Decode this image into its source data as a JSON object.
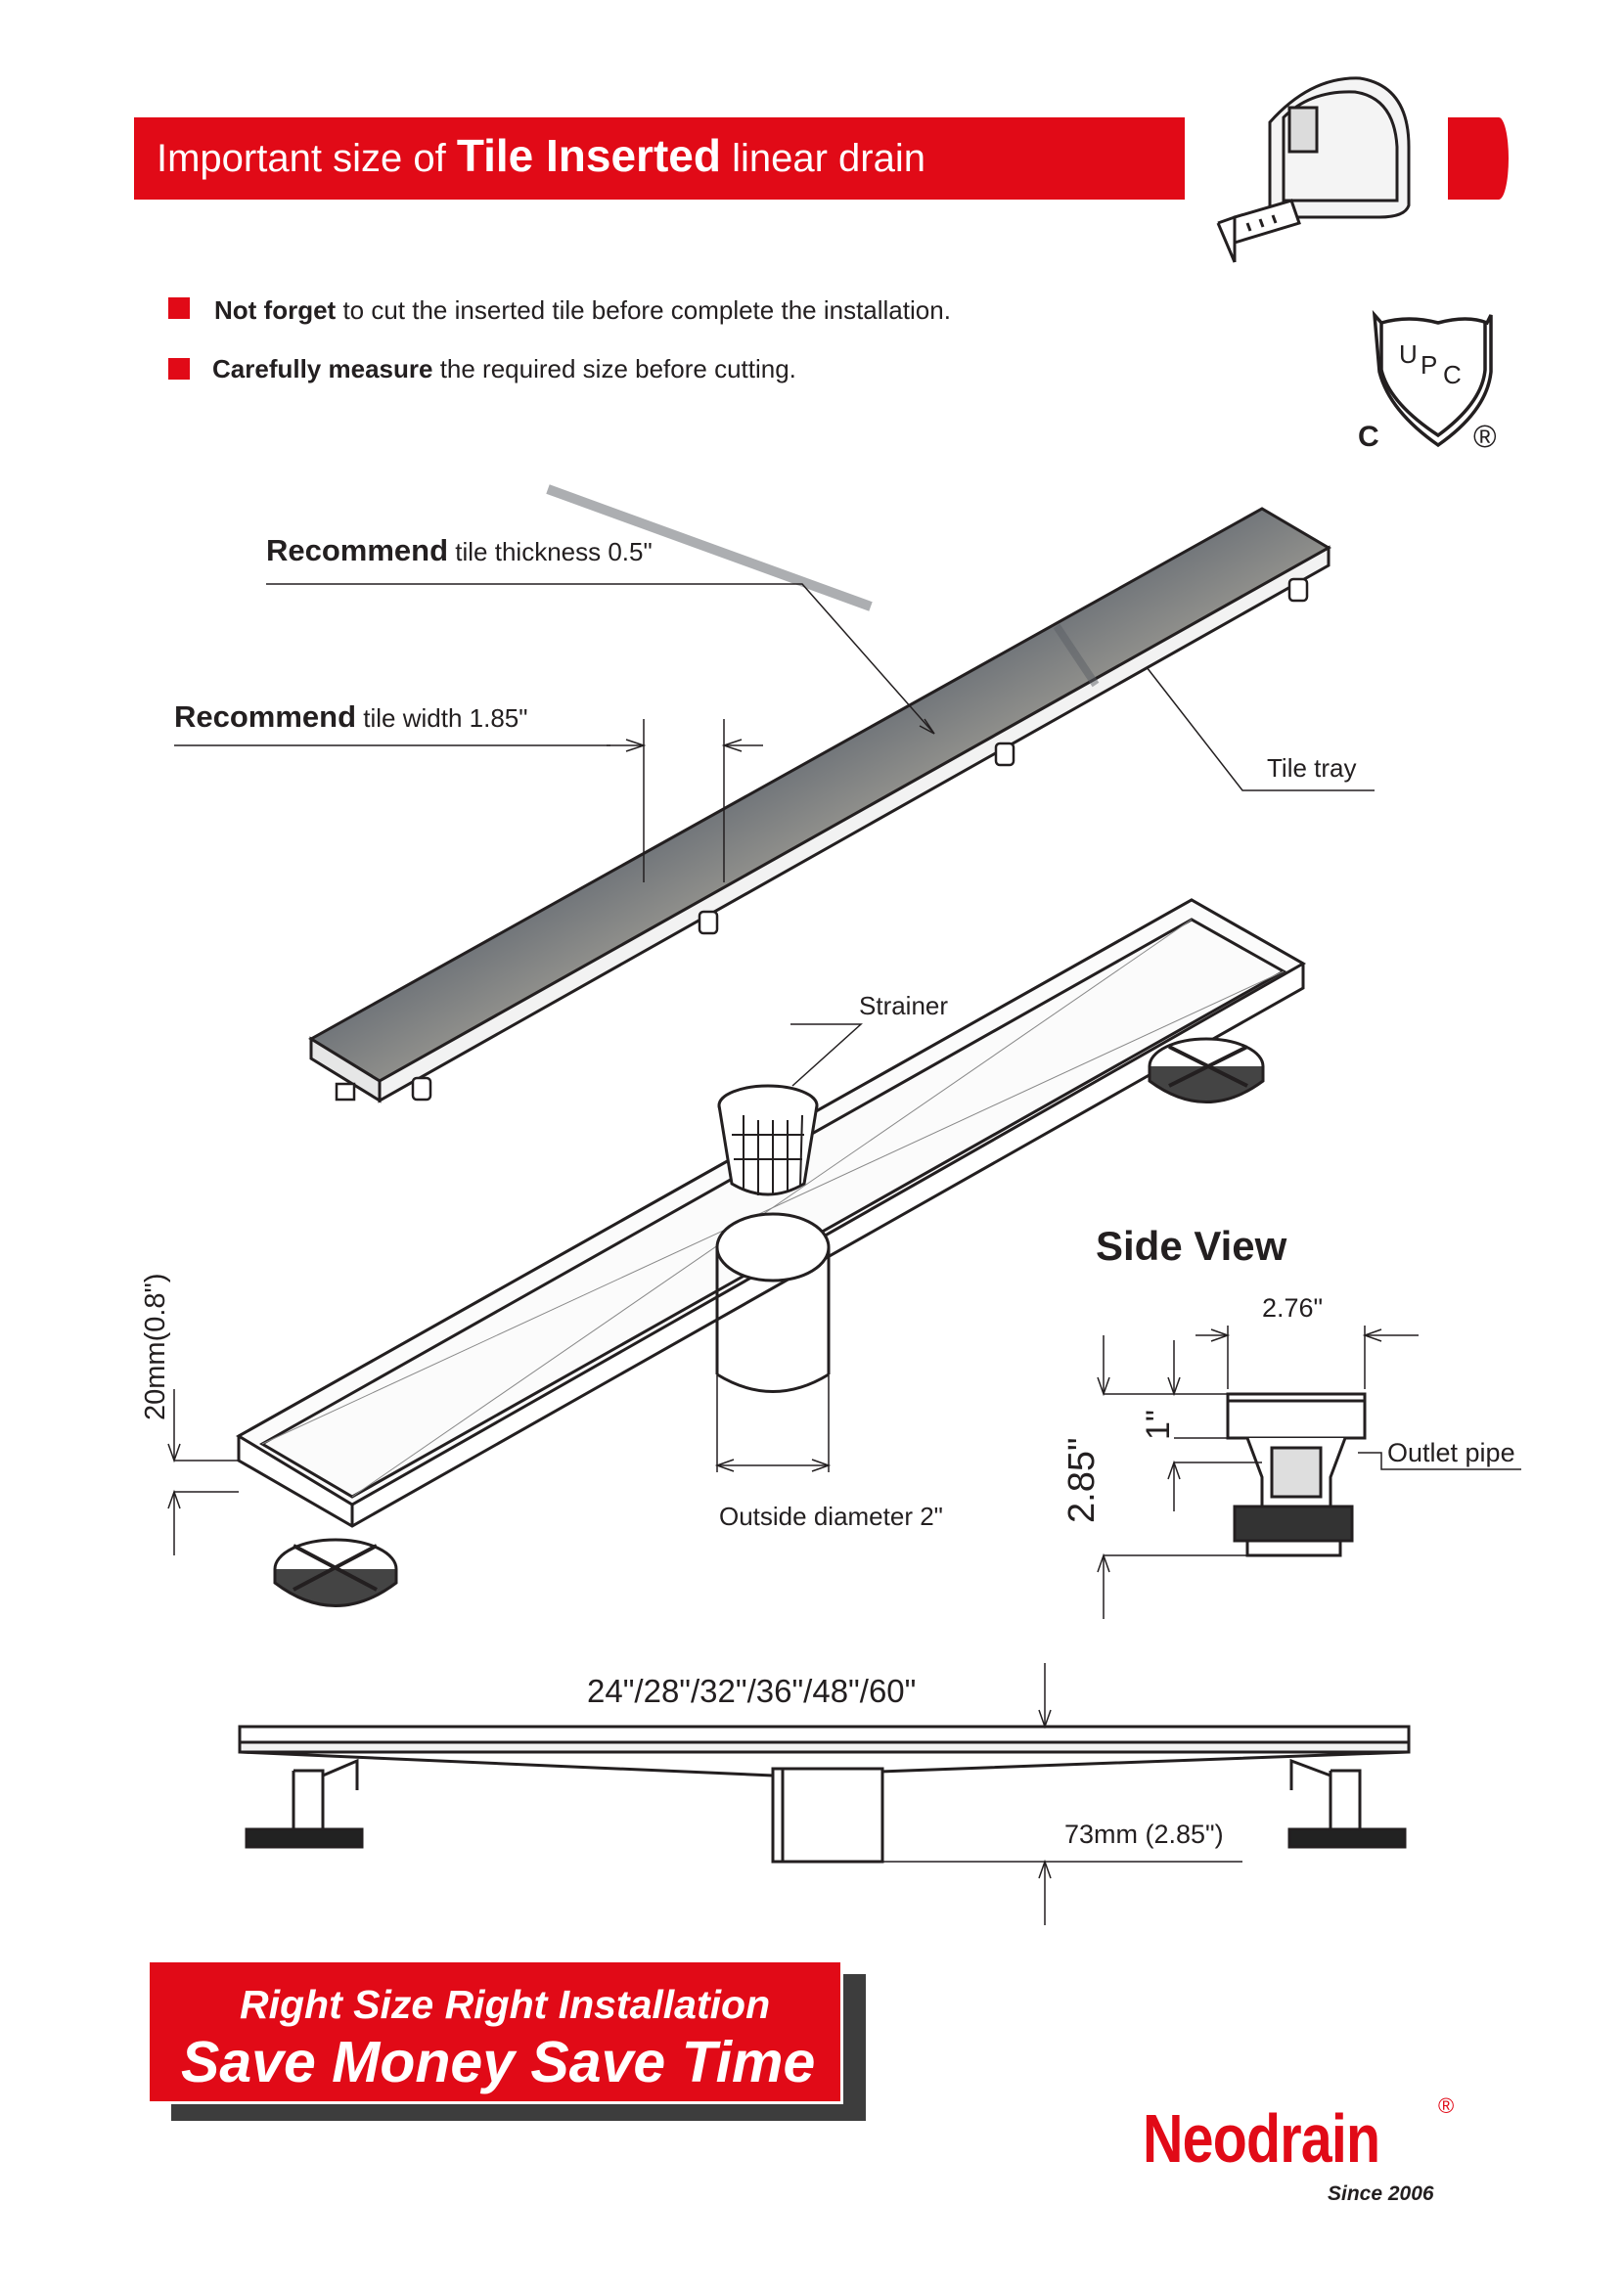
{
  "header": {
    "title_prefix": "Important size of",
    "title_emphasis": "Tile Inserted",
    "title_suffix": "linear drain"
  },
  "notes": [
    {
      "bold": "Not forget",
      "text": "to cut the inserted tile before complete the installation."
    },
    {
      "bold": "Carefully measure",
      "text": "the required size before cutting."
    }
  ],
  "certification": {
    "mark": "UPC",
    "letters": [
      "U",
      "P",
      "C"
    ],
    "left_mark": "C",
    "right_mark": "®"
  },
  "callouts": {
    "tile_thickness_bold": "Recommend",
    "tile_thickness_text": "tile thickness 0.5\"",
    "tile_width_bold": "Recommend",
    "tile_width_text": "tile width 1.85\"",
    "tile_tray": "Tile tray",
    "strainer": "Strainer",
    "outside_diameter": "Outside  diameter  2\"",
    "height_20mm": "20mm(0.8\")"
  },
  "side_view": {
    "title": "Side View",
    "width": "2.76\"",
    "total_height": "2.85\"",
    "body_height": "1\"",
    "outlet": "Outlet pipe"
  },
  "front_view": {
    "lengths": "24\"/28\"/32\"/36\"/48\"/60\"",
    "height": "73mm (2.85\")"
  },
  "promo": {
    "line1": "Right Size Right Installation",
    "line2": "Save Money Save Time"
  },
  "brand": {
    "name": "Neodrain",
    "registered": "®",
    "since": "Since 2006"
  },
  "colors": {
    "accent": "#e10a17",
    "ink": "#231f20",
    "shadow": "#3d3d3d"
  }
}
